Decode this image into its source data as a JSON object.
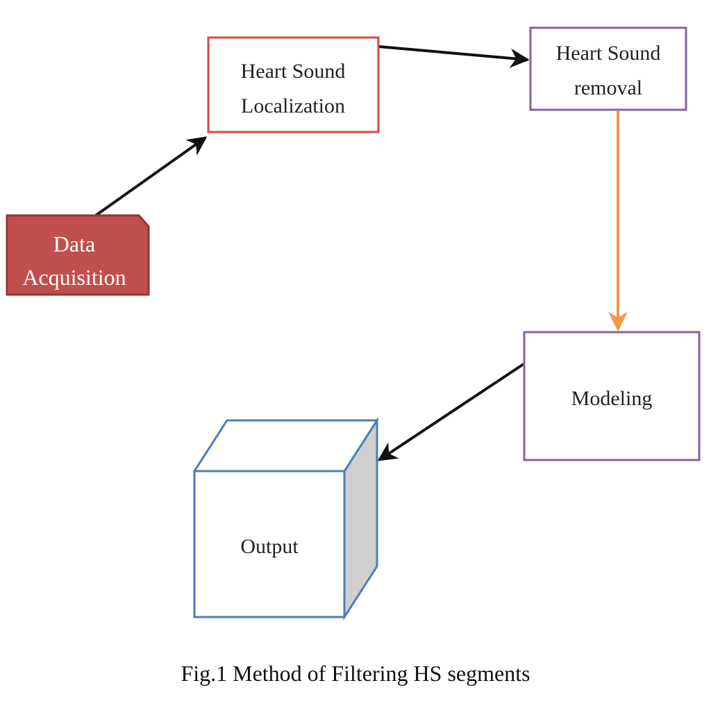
{
  "nodes": {
    "data_acquisition": {
      "line1": "Data",
      "line2": "Acquisition"
    },
    "localization": {
      "line1": "Heart Sound",
      "line2": "Localization"
    },
    "removal": {
      "line1": "Heart Sound",
      "line2": "removal"
    },
    "modeling": {
      "label": "Modeling"
    },
    "output": {
      "label": "Output"
    }
  },
  "caption": "Fig.1 Method of Filtering HS segments",
  "colors": {
    "data_fill": "#c0504d",
    "data_stroke": "#943634",
    "localization_stroke": "#d24a43",
    "process_stroke": "#8064a2",
    "output_stroke": "#4a7ebb",
    "output_side_fill": "#cfcfcf",
    "arrow_dark": "#111111",
    "arrow_orange": "#f79646"
  }
}
